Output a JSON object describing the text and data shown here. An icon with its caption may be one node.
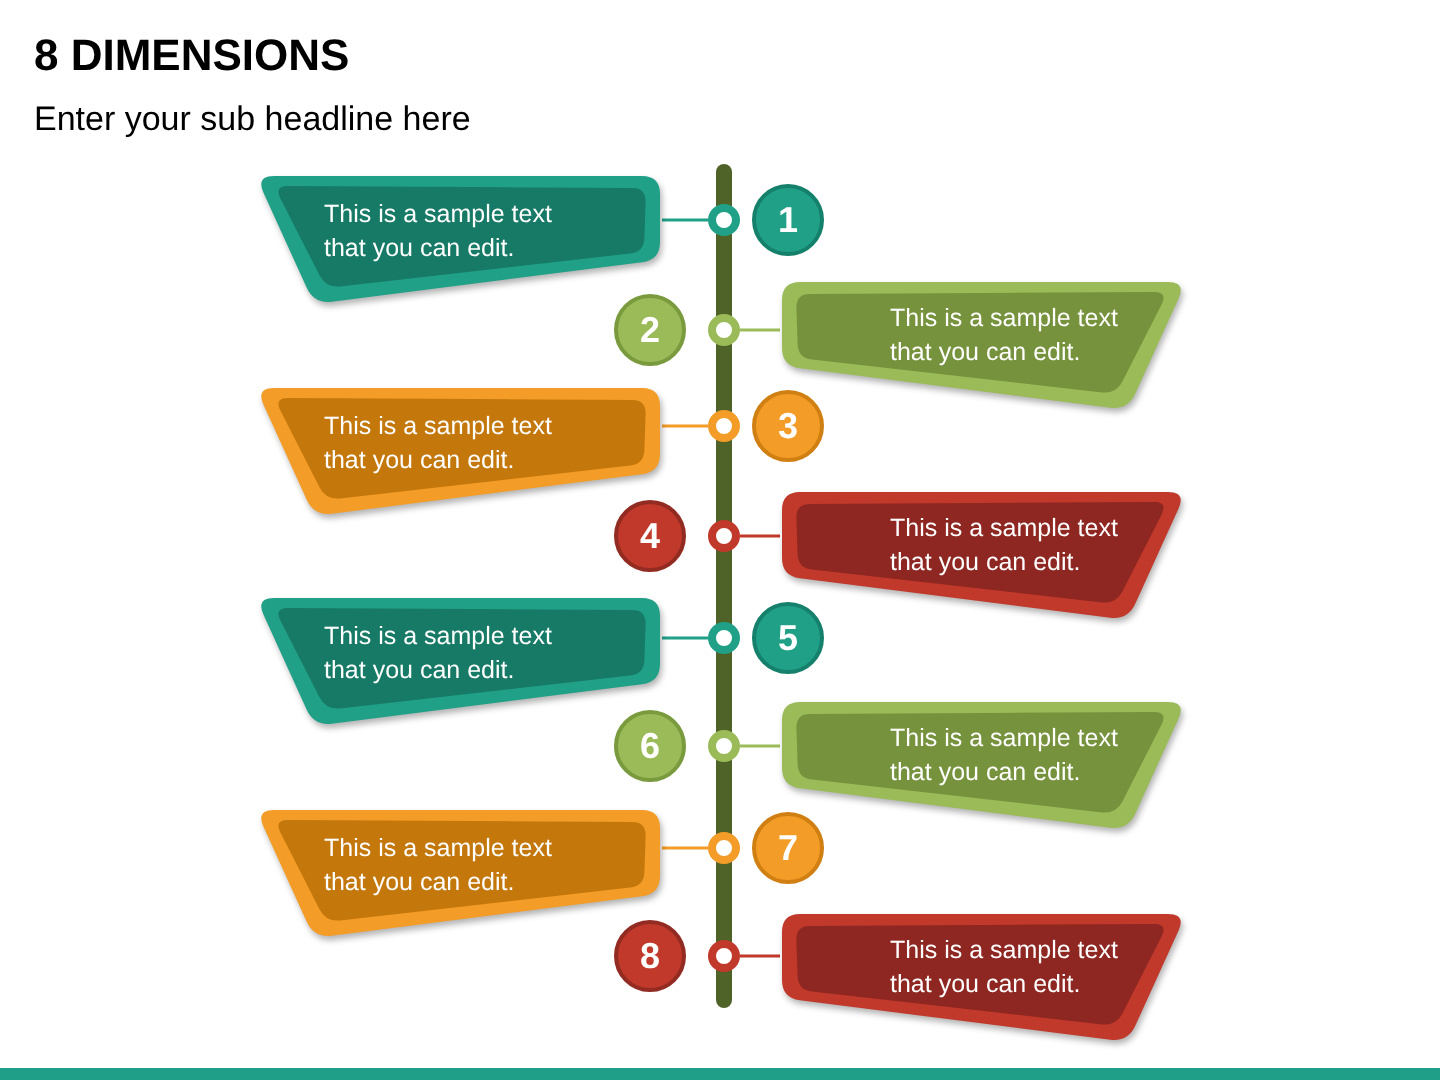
{
  "diagram": {
    "title": "8 DIMENSIONS",
    "nodes": [
      {
        "text": [
          "This is a sample text that you can edit."
        ]
      },
      {
        "text": [],
        "shape": "circle"
      },
      {
        "text": [
          "1"
        ]
      },
      {
        "text": [
          "2"
        ]
      },
      {
        "text": [],
        "shape": "circle"
      },
      {
        "text": [
          "This is a sample text that you can edit."
        ]
      },
      {
        "text": [
          "This is a sample text that you can edit."
        ]
      },
      {
        "text": [],
        "shape": "circle"
      },
      {
        "text": [
          "3"
        ]
      },
      {
        "text": [
          "4"
        ]
      },
      {
        "text": [],
        "shape": "circle"
      },
      {
        "text": [
          "This is a sample text that you can edit."
        ]
      },
      {
        "text": [
          "This is a sample text that you can edit."
        ]
      },
      {
        "text": [],
        "shape": "circle"
      },
      {
        "text": [
          "5"
        ]
      },
      {
        "text": [
          "6"
        ]
      },
      {
        "text": [],
        "shape": "circle"
      },
      {
        "text": [
          "This is a sample text that you can edit."
        ]
      },
      {
        "text": [
          "This is a sample text that you can edit."
        ]
      },
      {
        "text": [],
        "shape": "circle"
      },
      {
        "text": [
          "7"
        ]
      },
      {
        "text": [
          "8"
        ]
      },
      {
        "text": [],
        "shape": "circle"
      },
      {
        "text": [
          "This is a sample text that you can edit."
        ]
      }
    ],
    "edges": [
      {
        "from": 0,
        "to": 1,
        "arrow": "none",
        "color": "#21a088"
      },
      {
        "from": 5,
        "to": 4,
        "arrow": "none",
        "color": "#9bbb59"
      },
      {
        "from": 6,
        "to": 7,
        "arrow": "none",
        "color": "#f39c27"
      },
      {
        "from": 11,
        "to": 10,
        "arrow": "none",
        "color": "#c0392b"
      },
      {
        "from": 12,
        "to": 13,
        "arrow": "none",
        "color": "#21a088"
      },
      {
        "from": 17,
        "to": 16,
        "arrow": "none",
        "color": "#9bbb59"
      },
      {
        "from": 18,
        "to": 19,
        "arrow": "none",
        "color": "#f39c27"
      },
      {
        "from": 23,
        "to": 22,
        "arrow": "none",
        "color": "#c0392b"
      }
    ],
    "labels": [
      "Enter your sub headline here"
    ]
  }
}
